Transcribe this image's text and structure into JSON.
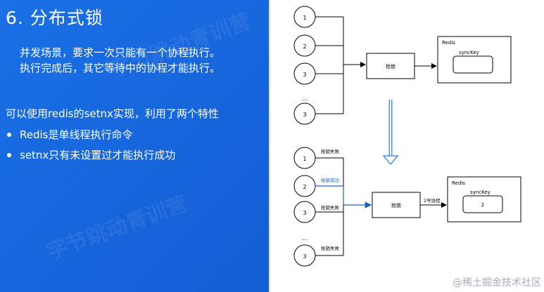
{
  "slide": {
    "title": "6. 分布式锁",
    "intro_line1": "并发场景，要求一次只能有一个协程执行。",
    "intro_line2": "执行完成后，其它等待中的协程才能执行。",
    "lead": "可以使用redis的setnx实现，利用了两个特性",
    "bullets": [
      "Redis是单线程执行命令",
      "setnx只有未设置过才能执行成功"
    ]
  },
  "diagram": {
    "top": {
      "circles": [
        "1",
        "2",
        "3",
        "...",
        "3"
      ],
      "lock_box": "抢锁",
      "redis_label": "Redis",
      "key_label": "syncKey"
    },
    "bottom": {
      "circles": [
        "1",
        "2",
        "3",
        "...",
        "3"
      ],
      "annotations": [
        "抢锁失败",
        "抢锁成功",
        "抢锁失败",
        "抢锁失败"
      ],
      "lock_box": "抢锁",
      "arrow_label": "2号协程",
      "redis_label": "Redis",
      "key_label": "syncKey",
      "key_value": "2"
    }
  },
  "watermark": "@稀土掘金技术社区",
  "colors": {
    "background": "#1565d8",
    "arrow_down": "#4a90e2",
    "success_line": "#1f5fbf"
  }
}
